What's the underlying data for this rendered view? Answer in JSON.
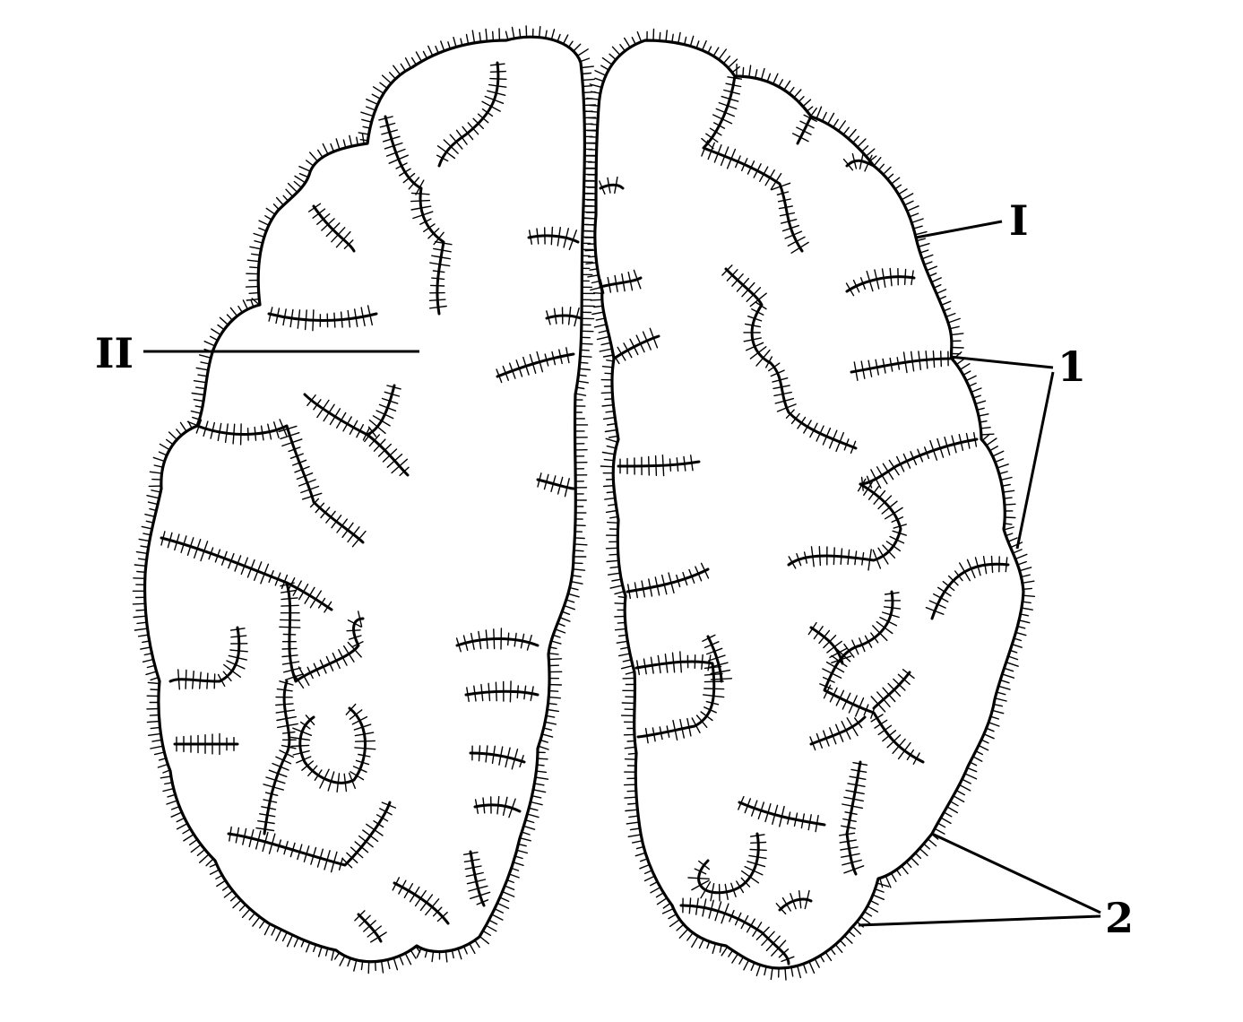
{
  "labels": {
    "roman_one": "I",
    "roman_two": "II",
    "one": "1",
    "two": "2"
  },
  "colors": {
    "ink": "#000000",
    "background": "#ffffff"
  }
}
